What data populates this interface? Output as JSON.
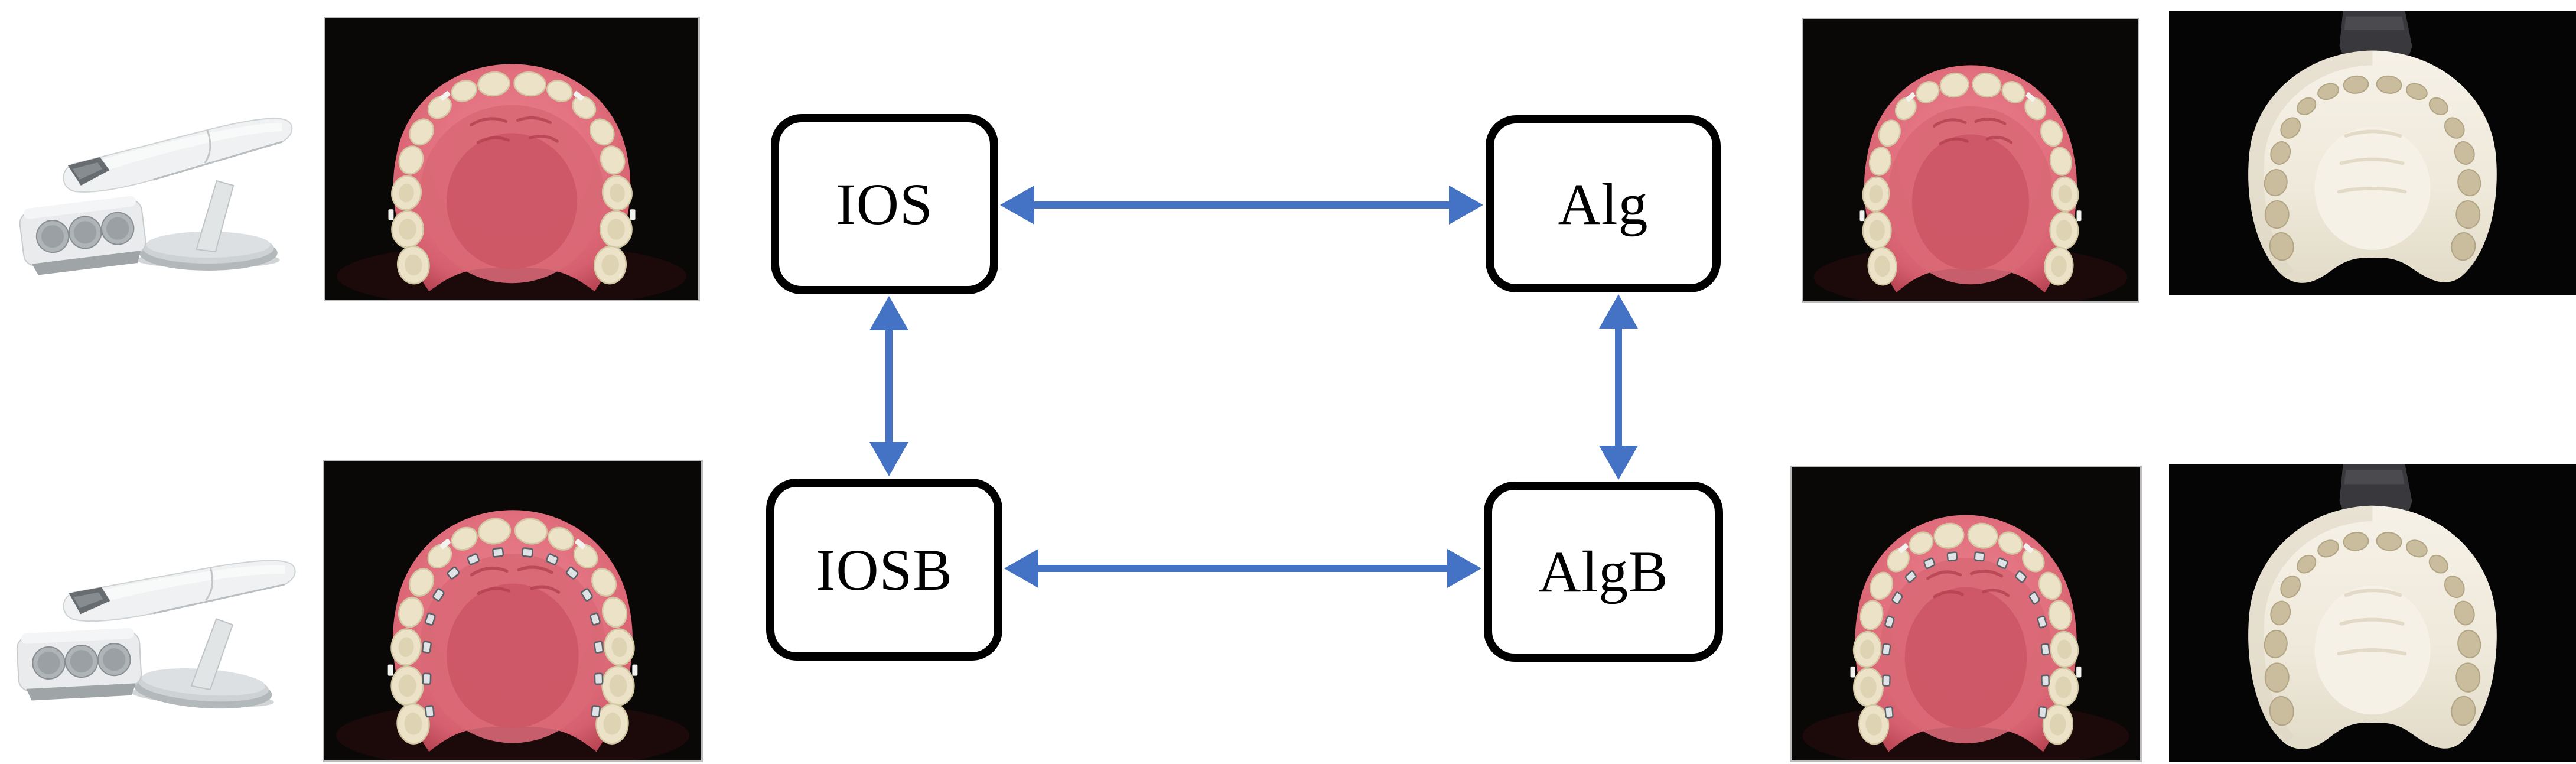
{
  "figure": {
    "background": "#ffffff",
    "nodes": [
      {
        "id": "ios",
        "label": "IOS"
      },
      {
        "id": "alg",
        "label": "Alg"
      },
      {
        "id": "iosb",
        "label": "IOSB"
      },
      {
        "id": "algb",
        "label": "AlgB"
      }
    ],
    "connections": [
      {
        "from": "IOS",
        "to": "Alg",
        "style": "double-headed-arrow"
      },
      {
        "from": "IOSB",
        "to": "AlgB",
        "style": "double-headed-arrow"
      },
      {
        "from": "IOS",
        "to": "IOSB",
        "style": "double-headed-arrow"
      },
      {
        "from": "Alg",
        "to": "AlgB",
        "style": "double-headed-arrow"
      }
    ],
    "colors": {
      "arrow_blue": "#4472C4",
      "node_border": "#000000",
      "node_fill": "#ffffff",
      "node_text": "#000000",
      "photo_background": "#0a0807",
      "gum_pink": "#e2707e",
      "tooth_ivory": "#ebe2c7",
      "cast_ivory": "#efe9db",
      "scanner_gray": "#dfe2e4"
    },
    "images": [
      {
        "id": "scanner-top",
        "description": "intraoral-scanner-device"
      },
      {
        "id": "typodont-top",
        "description": "maxillary-typodont-occlusal-photo"
      },
      {
        "id": "typodont-top-2",
        "description": "maxillary-typodont-occlusal-photo"
      },
      {
        "id": "cast-top",
        "description": "plaster-cast-occlusal-photo"
      },
      {
        "id": "scanner-bottom",
        "description": "intraoral-scanner-device"
      },
      {
        "id": "typodont-bottom",
        "description": "maxillary-typodont-lingual-brackets-photo"
      },
      {
        "id": "typodont-bottom-2",
        "description": "maxillary-typodont-lingual-brackets-photo"
      },
      {
        "id": "cast-bottom",
        "description": "plaster-cast-occlusal-photo"
      }
    ]
  }
}
